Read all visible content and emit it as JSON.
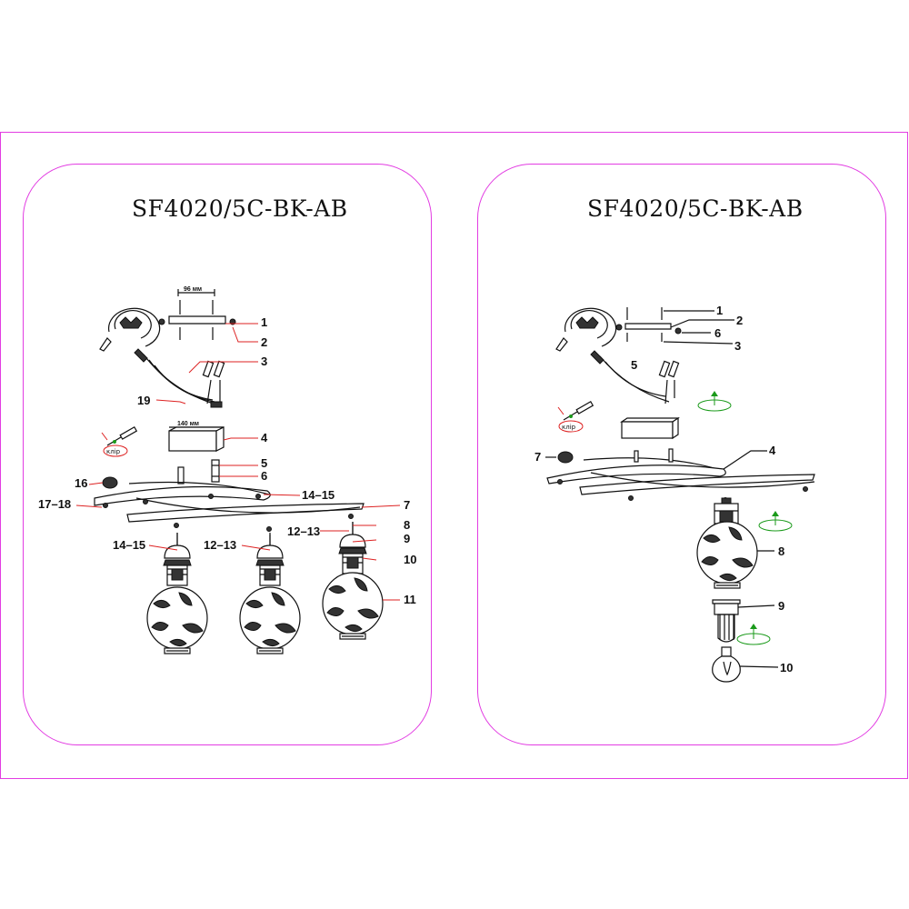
{
  "left_panel": {
    "title": "SF4020/5C-BK-AB",
    "dimension_top": "96 мм",
    "dimension_box": "140 мм",
    "clip_text": "клip",
    "labels": {
      "l1": "1",
      "l2": "2",
      "l3": "3",
      "l19": "19",
      "l4": "4",
      "l5": "5",
      "l6": "6",
      "l16": "16",
      "l1718": "17–18",
      "l1415a": "14–15",
      "l7": "7",
      "l8": "8",
      "l1213a": "12–13",
      "l9": "9",
      "l1415b": "14–15",
      "l1213b": "12–13",
      "l10": "10",
      "l11": "11"
    }
  },
  "right_panel": {
    "title": "SF4020/5C-BK-AB",
    "clip_text": "клip",
    "labels": {
      "r1": "1",
      "r2": "2",
      "r6": "6",
      "r3": "3",
      "r5": "5",
      "r4": "4",
      "r7": "7",
      "r8": "8",
      "r9": "9",
      "r10": "10"
    }
  },
  "colors": {
    "frame": "#e23ce2",
    "leader": "#d22222",
    "arrow": "#1a9a1a",
    "line": "#111111"
  }
}
